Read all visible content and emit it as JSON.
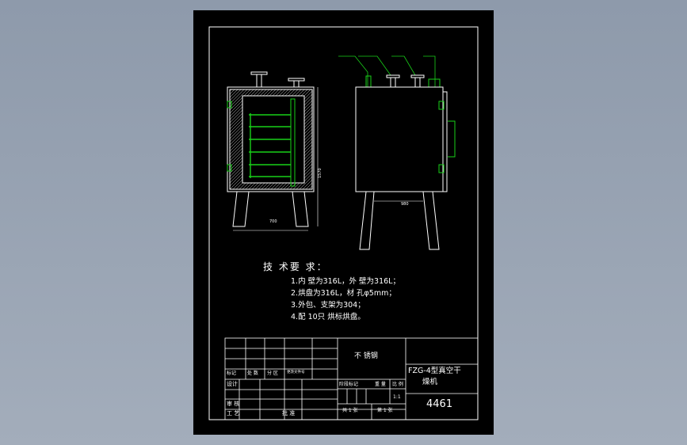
{
  "drawing": {
    "requirements_title": "技 术要 求：",
    "requirements": [
      "1.内 壁为316L，外 壁为316L；",
      "2.烘盘为316L，材 孔φ5mm；",
      "3.外包、支架为304；",
      "4.配 10只 烘标烘盘。"
    ],
    "dimensions": {
      "front_width": "700",
      "side_width": "980",
      "height": "1570"
    },
    "title_block": {
      "material": "不 锈钢",
      "product_name_line1": "FZG-4型真空干",
      "product_name_line2": "燥机",
      "drawing_number": "4461",
      "row_labels": [
        "标记",
        "处 数",
        "分 区",
        "更改文件号"
      ],
      "design": "设计",
      "review": "审 核",
      "process": "工 艺",
      "approve": "批 准",
      "stage_header": [
        "阶段标记",
        "重 量",
        "比 例"
      ],
      "scale": "1:1",
      "sheet_info": [
        "共 1 张",
        "第 1 张"
      ]
    },
    "colors": {
      "background": "#000000",
      "line": "#ffffff",
      "accent": "#19d119"
    }
  }
}
